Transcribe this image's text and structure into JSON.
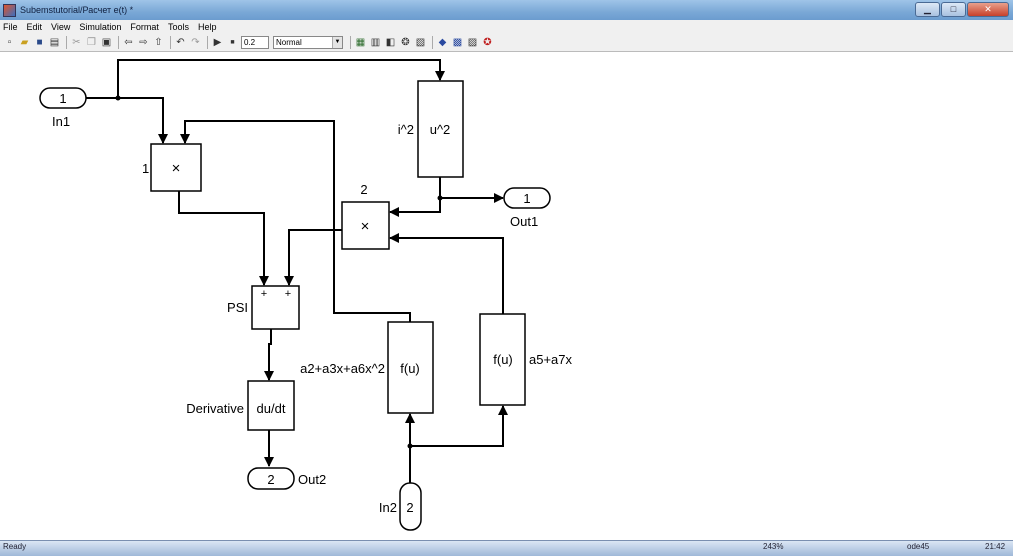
{
  "window": {
    "title": "Subemstutorial/Расчет e(t) *",
    "buttons": [
      "▁",
      "□",
      "✕"
    ]
  },
  "menu": [
    "File",
    "Edit",
    "View",
    "Simulation",
    "Format",
    "Tools",
    "Help"
  ],
  "toolbar": {
    "stop_time": "0.2",
    "sim_mode": "Normal"
  },
  "diagram": {
    "in1": {
      "port": "1",
      "name": "In1"
    },
    "in2": {
      "port": "2",
      "name": "In2"
    },
    "out1": {
      "port": "1",
      "name": "Out1"
    },
    "out2": {
      "port": "2",
      "name": "Out2"
    },
    "product1": {
      "symbol": "×",
      "name": "1"
    },
    "product2": {
      "symbol": "×",
      "name": "2"
    },
    "square": {
      "expr": "u^2",
      "name": "i^2"
    },
    "sum": {
      "signs": [
        "+",
        "+"
      ],
      "name": "PSI"
    },
    "fcn1": {
      "expr": "f(u)",
      "name": "a2+a3x+a6x^2"
    },
    "fcn2": {
      "expr": "f(u)",
      "name": "a5+a7x"
    },
    "derivative": {
      "expr": "du/dt",
      "name": "Derivative"
    }
  },
  "status": {
    "left": "Ready",
    "zoom": "243%",
    "solver": "ode45",
    "time": "21:42"
  }
}
